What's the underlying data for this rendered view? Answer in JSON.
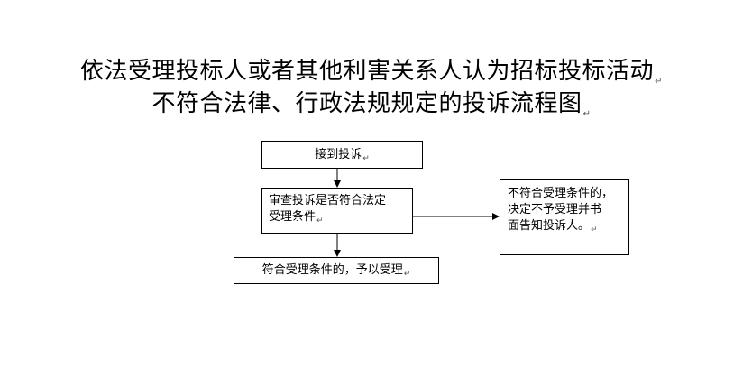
{
  "title": {
    "line1": "依法受理投标人或者其他利害关系人认为招标投标活动",
    "line2": "不符合法律、行政法规规定的投诉流程图"
  },
  "paragraph_mark": "↵",
  "nodes": {
    "receive": "接到投诉",
    "review_line1": "审查投诉是否符合法定",
    "review_line2": "受理条件",
    "accept": "符合受理条件的，予以受理",
    "reject_line1": "不符合受理条件的，",
    "reject_line2": "决定不予受理并书",
    "reject_line3": "面告知投诉人。"
  }
}
